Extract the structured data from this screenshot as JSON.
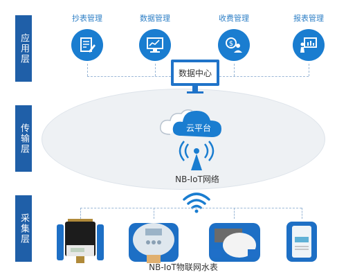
{
  "layers": {
    "application": "应用层",
    "transport": "传输层",
    "collection": "采集层"
  },
  "apps": [
    {
      "label": "抄表管理",
      "icon": "document-pen-icon"
    },
    {
      "label": "数据管理",
      "icon": "monitor-chart-icon"
    },
    {
      "label": "收费管理",
      "icon": "dollar-person-icon"
    },
    {
      "label": "报表管理",
      "icon": "presentation-board-icon"
    }
  ],
  "data_center": "数据中心",
  "cloud_platform": "云平台",
  "network": "NB-IoT网络",
  "meters_label": "NB-IoT物联网水表",
  "colors": {
    "layer_bg": "#1f5fa8",
    "accent_blue": "#1a7dd0",
    "label_blue": "#2e7fc6",
    "cloud_bg": "#eef1f4"
  }
}
